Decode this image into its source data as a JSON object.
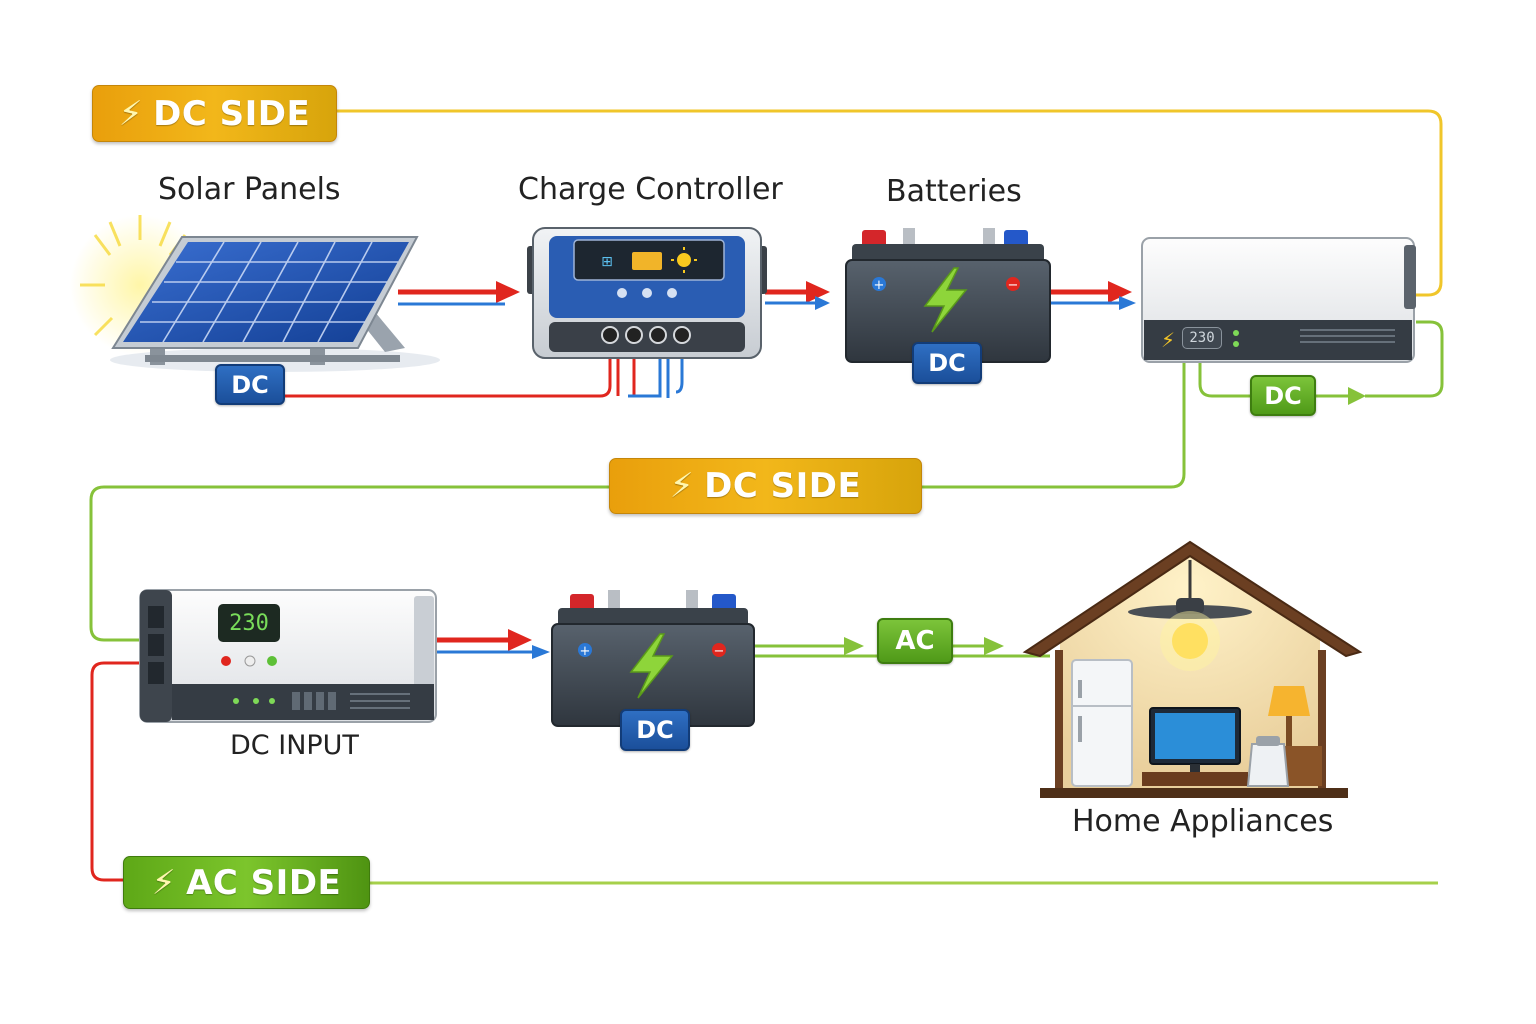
{
  "banners": {
    "top_dc": "DC SIDE",
    "middle_dc": "DC SIDE",
    "bottom_ac": "AC SIDE"
  },
  "components": {
    "solar_panels": "Solar Panels",
    "charge_controller": "Charge Controller",
    "batteries": "Batteries",
    "dc_input": "DC INPUT",
    "home_appliances": "Home Appliances"
  },
  "tags": {
    "solar_dc": "DC",
    "battery_dc": "DC",
    "inverter_dc": "DC",
    "battery2_dc": "DC",
    "ac": "AC"
  },
  "displays": {
    "inverter_top": "230",
    "inverter_bottom": "230"
  },
  "colors": {
    "dc_positive": "#e0261e",
    "dc_negative": "#2a78d6",
    "ac_line": "#86c23a",
    "dc_banner": "#f0a814",
    "ac_banner": "#6cb523",
    "dc_tag": "#1f5aa8",
    "ac_tag": "#5aa51f"
  },
  "icons": [
    "lightning-icon",
    "sun-icon",
    "solar-panel-icon",
    "charge-controller-icon",
    "battery-icon",
    "inverter-icon",
    "house-icon",
    "fridge-icon",
    "tv-icon",
    "lamp-icon",
    "kettle-icon",
    "ceiling-fan-icon",
    "arrow-right-icon"
  ]
}
